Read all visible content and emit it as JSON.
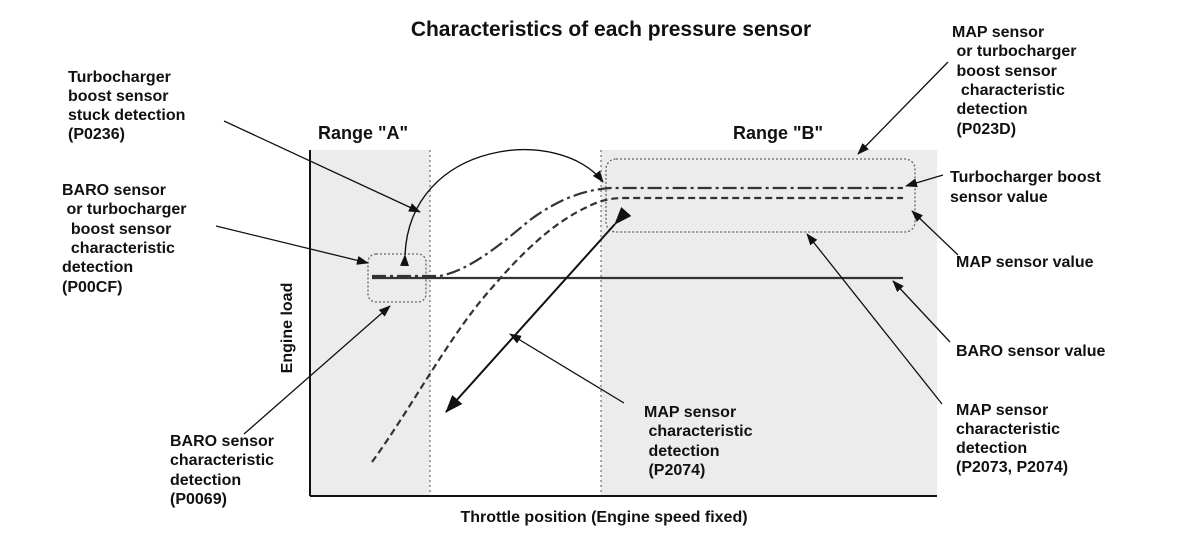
{
  "title": "Characteristics of each pressure sensor",
  "axes": {
    "x_label": "Throttle position (Engine speed fixed)",
    "y_label": "Engine load"
  },
  "ranges": {
    "a": "Range \"A\"",
    "b": "Range \"B\""
  },
  "labels": {
    "turbo_stuck": [
      "Turbocharger",
      "boost sensor",
      "stuck detection",
      "(P0236)"
    ],
    "baro_or_turbo": [
      "BARO sensor",
      " or turbocharger",
      "  boost sensor",
      "  characteristic",
      "detection",
      "(P00CF)"
    ],
    "baro_char": [
      "BARO sensor",
      "characteristic",
      "detection",
      "(P0069)"
    ],
    "map_p2074": [
      "MAP sensor",
      " characteristic",
      " detection",
      " (P2074)"
    ],
    "map_or_turbo": [
      "MAP sensor",
      " or turbocharger",
      " boost sensor",
      "  characteristic",
      " detection",
      " (P023D)"
    ],
    "turbo_value": [
      "Turbocharger boost",
      "sensor value"
    ],
    "map_value": "MAP sensor value",
    "baro_value": "BARO sensor value",
    "map_p2073": [
      "MAP sensor",
      "characteristic",
      "detection",
      "(P2073, P2074)"
    ]
  }
}
